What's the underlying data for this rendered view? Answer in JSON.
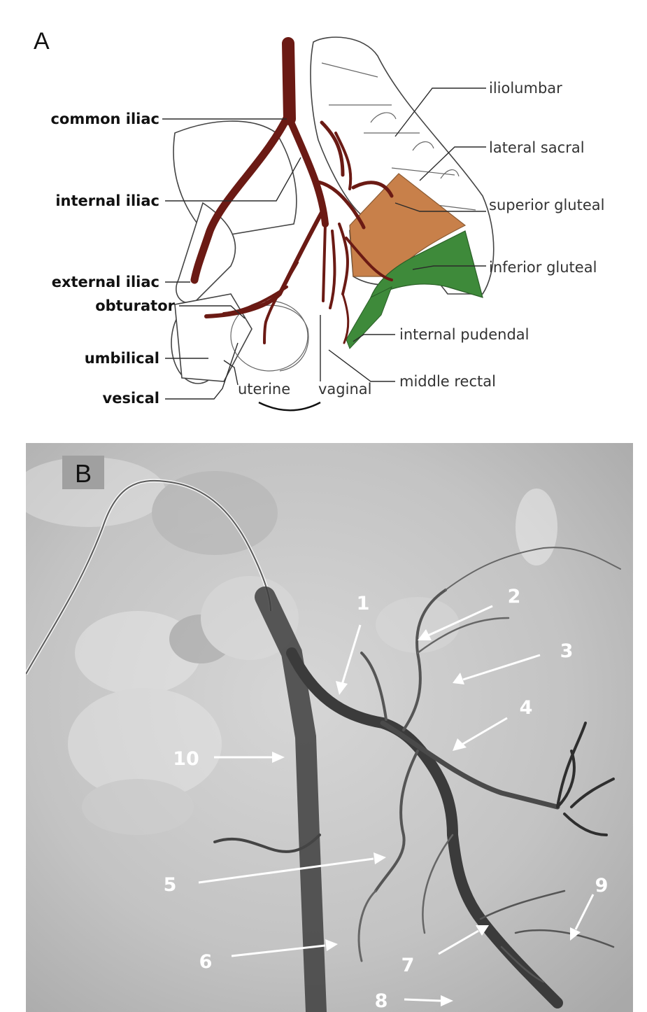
{
  "panel_a": {
    "letter": "A",
    "labels_left": {
      "common_iliac": "common iliac",
      "internal_iliac": "internal iliac",
      "external_iliac": "external iliac",
      "obturator": "obturator",
      "umbilical": "umbilical",
      "vesical": "vesical"
    },
    "labels_right": {
      "iliolumbar": "iliolumbar",
      "lateral_sacral": "lateral sacral",
      "superior_gluteal": "superior gluteal",
      "inferior_gluteal": "inferior gluteal",
      "internal_pudendal": "internal pudendal",
      "middle_rectal": "middle rectal"
    },
    "labels_bottom": {
      "uterine": "uterine",
      "vaginal": "vaginal"
    },
    "colors": {
      "artery": "#6b1a14",
      "superior_gluteal_muscle": "#c8804a",
      "inferior_gluteal_muscle": "#3e8a3a"
    }
  },
  "panel_b": {
    "letter": "B",
    "arrow_labels": [
      "1",
      "2",
      "3",
      "4",
      "5",
      "6",
      "7",
      "8",
      "9",
      "10"
    ]
  }
}
